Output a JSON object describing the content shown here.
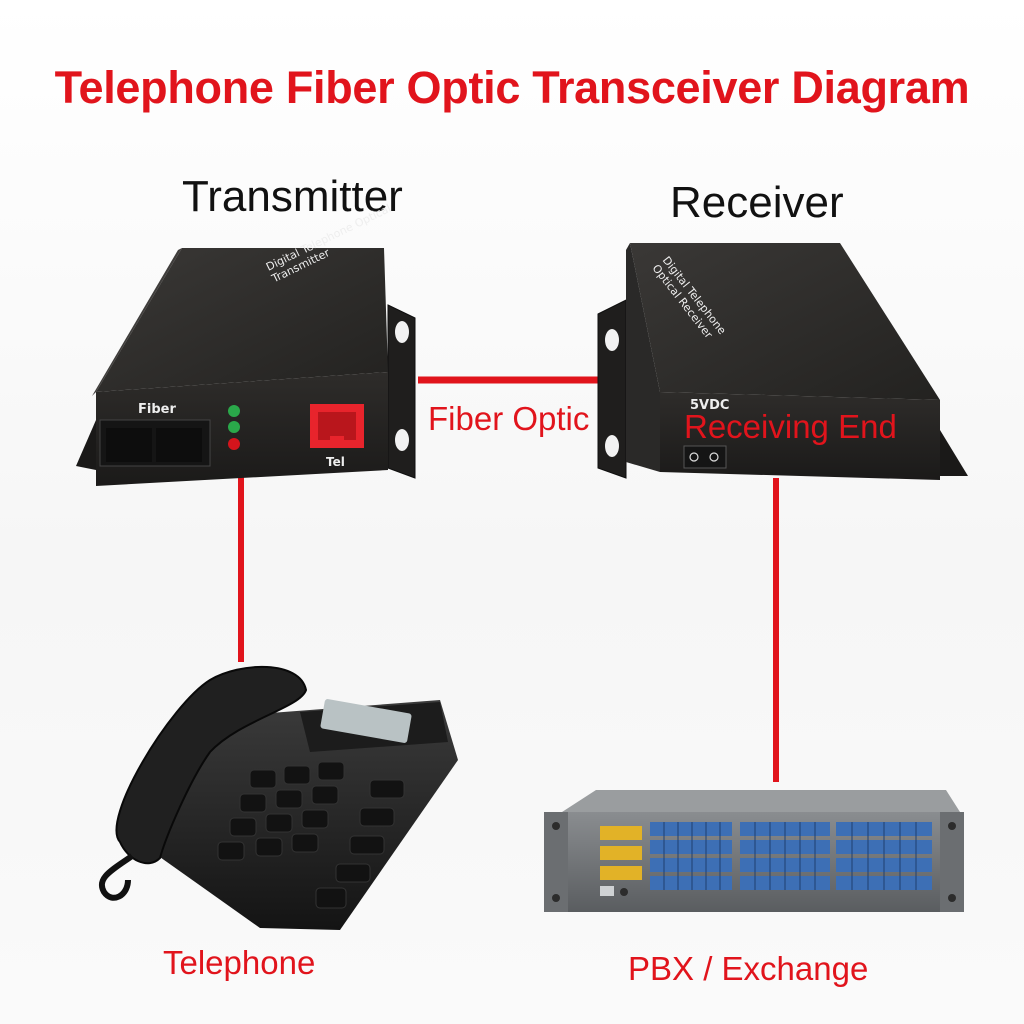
{
  "title": "Telephone Fiber Optic Transceiver Diagram",
  "headings": {
    "transmitter": "Transmitter",
    "receiver": "Receiver"
  },
  "labels": {
    "fiber_optic": "Fiber Optic",
    "receiving_end": "Receiving End",
    "telephone": "Telephone",
    "pbx": "PBX / Exchange"
  },
  "device_text": {
    "transmitter_side": "Digital Telephone Optical Transmitter",
    "receiver_side": "Digital Telephone Optical Receiver",
    "fiber_port": "Fiber",
    "tel_port": "Tel",
    "power": "5VDC"
  },
  "colors": {
    "accent_red": "#e1141c",
    "device_body": "#2b2a29",
    "led_green": "#2aa84a",
    "led_red": "#d4141c",
    "rj11_red": "#e8242c",
    "port_blue": "#3d6fb5",
    "port_yellow": "#e2b227"
  },
  "icons": {
    "transmitter": "transmitter-device-icon",
    "receiver": "receiver-device-icon",
    "telephone": "telephone-icon",
    "pbx": "pbx-rack-icon"
  }
}
